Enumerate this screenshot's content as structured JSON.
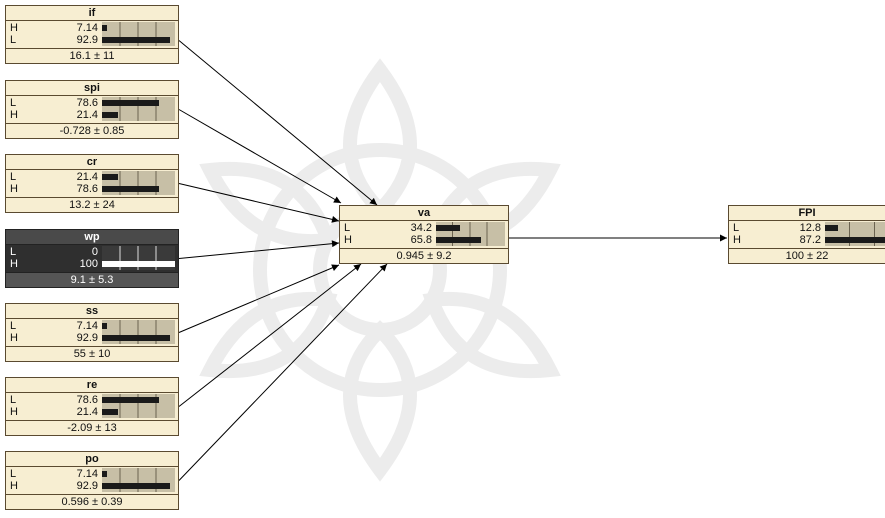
{
  "nodes": {
    "if": {
      "title": "if",
      "footer": "16.1 ± 11",
      "states": [
        {
          "label": "H",
          "value": "7.14",
          "pct": 7.14
        },
        {
          "label": "L",
          "value": "92.9",
          "pct": 92.9
        }
      ]
    },
    "spi": {
      "title": "spi",
      "footer": "-0.728 ± 0.85",
      "states": [
        {
          "label": "L",
          "value": "78.6",
          "pct": 78.6
        },
        {
          "label": "H",
          "value": "21.4",
          "pct": 21.4
        }
      ]
    },
    "cr": {
      "title": "cr",
      "footer": "13.2 ± 24",
      "states": [
        {
          "label": "L",
          "value": "21.4",
          "pct": 21.4
        },
        {
          "label": "H",
          "value": "78.6",
          "pct": 78.6
        }
      ]
    },
    "wp": {
      "title": "wp",
      "footer": "9.1 ± 5.3",
      "states": [
        {
          "label": "L",
          "value": "0",
          "pct": 0
        },
        {
          "label": "H",
          "value": "100",
          "pct": 100
        }
      ]
    },
    "ss": {
      "title": "ss",
      "footer": "55 ± 10",
      "states": [
        {
          "label": "L",
          "value": "7.14",
          "pct": 7.14
        },
        {
          "label": "H",
          "value": "92.9",
          "pct": 92.9
        }
      ]
    },
    "re": {
      "title": "re",
      "footer": "-2.09 ± 13",
      "states": [
        {
          "label": "L",
          "value": "78.6",
          "pct": 78.6
        },
        {
          "label": "H",
          "value": "21.4",
          "pct": 21.4
        }
      ]
    },
    "po": {
      "title": "po",
      "footer": "0.596 ± 0.39",
      "states": [
        {
          "label": "L",
          "value": "7.14",
          "pct": 7.14
        },
        {
          "label": "H",
          "value": "92.9",
          "pct": 92.9
        }
      ]
    },
    "va": {
      "title": "va",
      "footer": "0.945 ± 9.2",
      "states": [
        {
          "label": "L",
          "value": "34.2",
          "pct": 34.2
        },
        {
          "label": "H",
          "value": "65.8",
          "pct": 65.8
        }
      ]
    },
    "FPI": {
      "title": "FPI",
      "footer": "100 ± 22",
      "states": [
        {
          "label": "L",
          "value": "12.8",
          "pct": 12.8
        },
        {
          "label": "H",
          "value": "87.2",
          "pct": 87.2
        }
      ]
    }
  },
  "evidence_node": "wp",
  "edges": [
    {
      "from": "if",
      "to": "va"
    },
    {
      "from": "spi",
      "to": "va"
    },
    {
      "from": "cr",
      "to": "va"
    },
    {
      "from": "wp",
      "to": "va"
    },
    {
      "from": "ss",
      "to": "va"
    },
    {
      "from": "re",
      "to": "va"
    },
    {
      "from": "po",
      "to": "va"
    },
    {
      "from": "va",
      "to": "FPI"
    }
  ],
  "colors": {
    "node_bg": "#f7eed2",
    "bar_bg": "#c7bfa6",
    "bar_fill": "#1a1a1a",
    "evidence_bg": "#2f2f2f",
    "edge": "#000000"
  },
  "icons": {
    "watermark": "mandala-watermark-icon"
  }
}
